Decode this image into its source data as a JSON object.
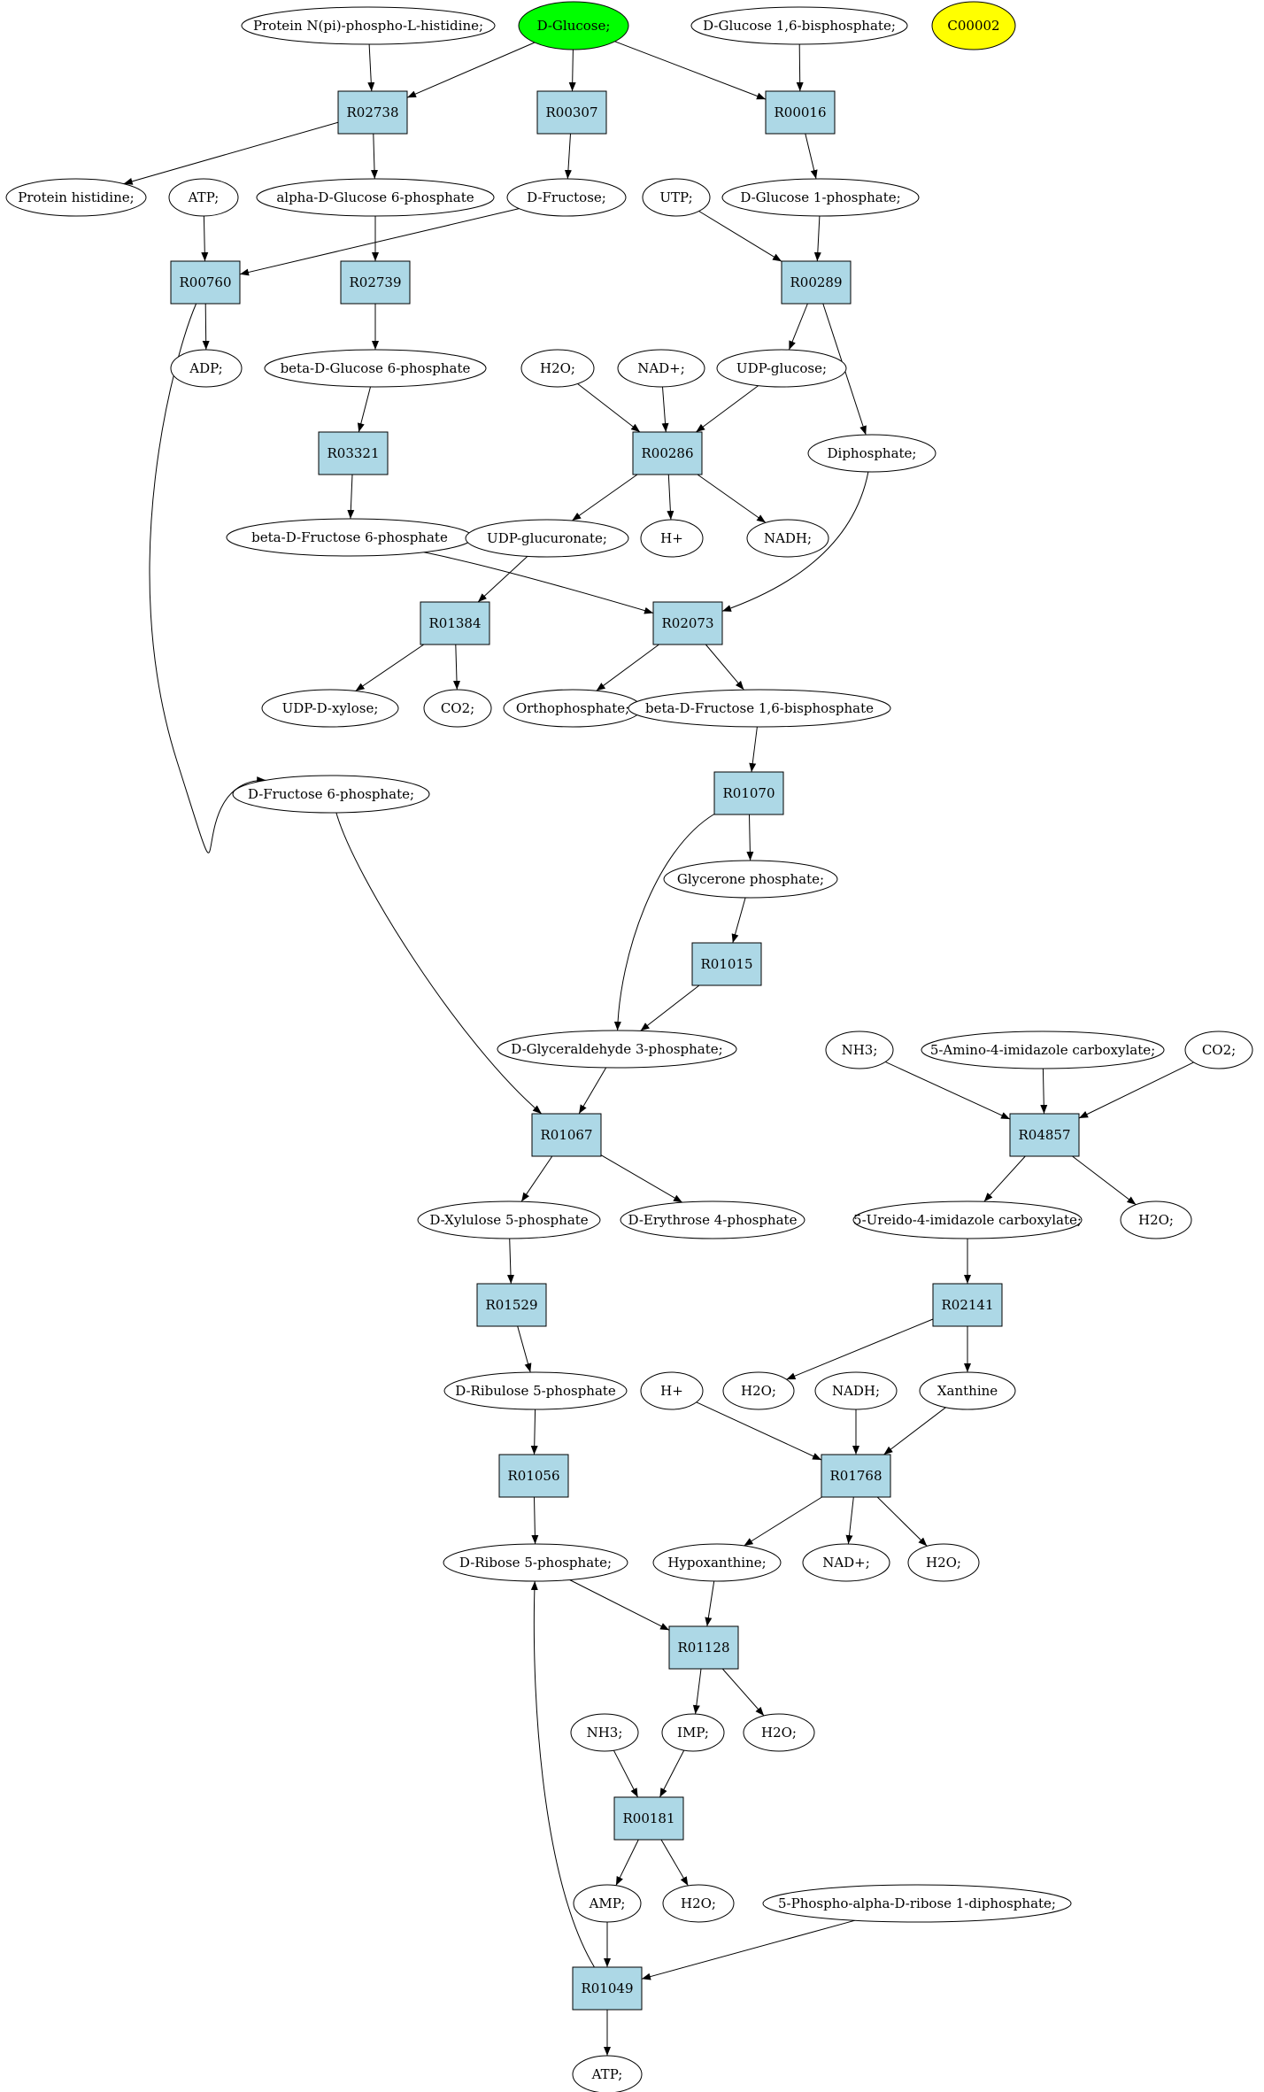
{
  "colors": {
    "reaction_fill": "#add8e6",
    "source_fill": "#00ff00",
    "highlight_fill": "#ffff00",
    "compound_fill": "#ffffff",
    "stroke": "#000000"
  },
  "compounds": [
    {
      "id": "c_prot_nphis",
      "label": "Protein N(pi)-phospho-L-histidine;"
    },
    {
      "id": "c_dglucose",
      "label": "D-Glucose;",
      "fill": "source"
    },
    {
      "id": "c_dglc16bp",
      "label": "D-Glucose 1,6-bisphosphate;"
    },
    {
      "id": "c_c00002",
      "label": "C00002",
      "fill": "highlight"
    },
    {
      "id": "c_protein_his",
      "label": "Protein histidine;"
    },
    {
      "id": "c_atp1",
      "label": "ATP;"
    },
    {
      "id": "c_adg6p",
      "label": "alpha-D-Glucose 6-phosphate"
    },
    {
      "id": "c_dfructose",
      "label": "D-Fructose;"
    },
    {
      "id": "c_utp",
      "label": "UTP;"
    },
    {
      "id": "c_dglc1p",
      "label": "D-Glucose 1-phosphate;"
    },
    {
      "id": "c_adp",
      "label": "ADP;"
    },
    {
      "id": "c_bdg6p",
      "label": "beta-D-Glucose 6-phosphate"
    },
    {
      "id": "c_h2o_a",
      "label": "H2O;"
    },
    {
      "id": "c_nadp_a",
      "label": "NAD+;"
    },
    {
      "id": "c_udpglc",
      "label": "UDP-glucose;"
    },
    {
      "id": "c_diphos",
      "label": "Diphosphate;"
    },
    {
      "id": "c_bdf6p",
      "label": "beta-D-Fructose 6-phosphate"
    },
    {
      "id": "c_udpglcu",
      "label": "UDP-glucuronate;"
    },
    {
      "id": "c_hplus_a",
      "label": "H+"
    },
    {
      "id": "c_nadh_a",
      "label": "NADH;"
    },
    {
      "id": "c_udpxyl",
      "label": "UDP-D-xylose;"
    },
    {
      "id": "c_co2_a",
      "label": "CO2;"
    },
    {
      "id": "c_orthophos",
      "label": "Orthophosphate;"
    },
    {
      "id": "c_bdf16bp",
      "label": "beta-D-Fructose 1,6-bisphosphate"
    },
    {
      "id": "c_df6p",
      "label": "D-Fructose 6-phosphate;"
    },
    {
      "id": "c_glyp",
      "label": "Glycerone phosphate;"
    },
    {
      "id": "c_g3p",
      "label": "D-Glyceraldehyde 3-phosphate;"
    },
    {
      "id": "c_nh3_a",
      "label": "NH3;"
    },
    {
      "id": "c_aica",
      "label": "5-Amino-4-imidazole carboxylate;"
    },
    {
      "id": "c_co2_b",
      "label": "CO2;"
    },
    {
      "id": "c_dxyl5p",
      "label": "D-Xylulose 5-phosphate"
    },
    {
      "id": "c_dery4p",
      "label": "D-Erythrose 4-phosphate"
    },
    {
      "id": "c_uica",
      "label": "5-Ureido-4-imidazole carboxylate;"
    },
    {
      "id": "c_h2o_b",
      "label": "H2O;"
    },
    {
      "id": "c_drib5p",
      "label": "D-Ribulose 5-phosphate"
    },
    {
      "id": "c_hplus_b",
      "label": "H+"
    },
    {
      "id": "c_h2o_c",
      "label": "H2O;"
    },
    {
      "id": "c_nadh_b",
      "label": "NADH;"
    },
    {
      "id": "c_xanthine",
      "label": "Xanthine"
    },
    {
      "id": "c_drb5p",
      "label": "D-Ribose 5-phosphate;"
    },
    {
      "id": "c_hypox",
      "label": "Hypoxanthine;"
    },
    {
      "id": "c_nadp_b",
      "label": "NAD+;"
    },
    {
      "id": "c_h2o_d",
      "label": "H2O;"
    },
    {
      "id": "c_nh3_b",
      "label": "NH3;"
    },
    {
      "id": "c_imp",
      "label": "IMP;"
    },
    {
      "id": "c_h2o_e",
      "label": "H2O;"
    },
    {
      "id": "c_amp",
      "label": "AMP;"
    },
    {
      "id": "c_h2o_f",
      "label": "H2O;"
    },
    {
      "id": "c_prpp",
      "label": "5-Phospho-alpha-D-ribose 1-diphosphate;"
    },
    {
      "id": "c_atp2",
      "label": "ATP;"
    }
  ],
  "reactions": [
    {
      "id": "r02738",
      "label": "R02738"
    },
    {
      "id": "r00307",
      "label": "R00307"
    },
    {
      "id": "r00016",
      "label": "R00016"
    },
    {
      "id": "r00760",
      "label": "R00760"
    },
    {
      "id": "r02739",
      "label": "R02739"
    },
    {
      "id": "r00289",
      "label": "R00289"
    },
    {
      "id": "r03321",
      "label": "R03321"
    },
    {
      "id": "r00286",
      "label": "R00286"
    },
    {
      "id": "r01384",
      "label": "R01384"
    },
    {
      "id": "r02073",
      "label": "R02073"
    },
    {
      "id": "r01070",
      "label": "R01070"
    },
    {
      "id": "r01015",
      "label": "R01015"
    },
    {
      "id": "r01067",
      "label": "R01067"
    },
    {
      "id": "r04857",
      "label": "R04857"
    },
    {
      "id": "r01529",
      "label": "R01529"
    },
    {
      "id": "r02141",
      "label": "R02141"
    },
    {
      "id": "r01056",
      "label": "R01056"
    },
    {
      "id": "r01768",
      "label": "R01768"
    },
    {
      "id": "r01128",
      "label": "R01128"
    },
    {
      "id": "r00181",
      "label": "R00181"
    },
    {
      "id": "r01049",
      "label": "R01049"
    }
  ],
  "edges": [
    {
      "from": "c_prot_nphis",
      "to": "r02738"
    },
    {
      "from": "c_dglucose",
      "to": "r02738"
    },
    {
      "from": "c_dglucose",
      "to": "r00307"
    },
    {
      "from": "c_dglucose",
      "to": "r00016"
    },
    {
      "from": "c_dglc16bp",
      "to": "r00016"
    },
    {
      "from": "r02738",
      "to": "c_protein_his"
    },
    {
      "from": "r02738",
      "to": "c_adg6p"
    },
    {
      "from": "r00307",
      "to": "c_dfructose"
    },
    {
      "from": "r00016",
      "to": "c_dglc1p"
    },
    {
      "from": "c_atp1",
      "to": "r00760"
    },
    {
      "from": "c_dfructose",
      "to": "r00760"
    },
    {
      "from": "c_adg6p",
      "to": "r02739"
    },
    {
      "from": "c_utp",
      "to": "r00289"
    },
    {
      "from": "c_dglc1p",
      "to": "r00289"
    },
    {
      "from": "r00760",
      "to": "c_adp"
    },
    {
      "from": "r00760",
      "to": "c_df6p"
    },
    {
      "from": "r02739",
      "to": "c_bdg6p"
    },
    {
      "from": "r00289",
      "to": "c_udpglc"
    },
    {
      "from": "r00289",
      "to": "c_diphos"
    },
    {
      "from": "c_bdg6p",
      "to": "r03321"
    },
    {
      "from": "c_h2o_a",
      "to": "r00286"
    },
    {
      "from": "c_nadp_a",
      "to": "r00286"
    },
    {
      "from": "c_udpglc",
      "to": "r00286"
    },
    {
      "from": "r03321",
      "to": "c_bdf6p"
    },
    {
      "from": "r00286",
      "to": "c_udpglcu"
    },
    {
      "from": "r00286",
      "to": "c_hplus_a"
    },
    {
      "from": "r00286",
      "to": "c_nadh_a"
    },
    {
      "from": "c_udpglcu",
      "to": "r01384"
    },
    {
      "from": "c_bdf6p",
      "to": "r02073"
    },
    {
      "from": "c_diphos",
      "to": "r02073"
    },
    {
      "from": "r01384",
      "to": "c_udpxyl"
    },
    {
      "from": "r01384",
      "to": "c_co2_a"
    },
    {
      "from": "r02073",
      "to": "c_orthophos"
    },
    {
      "from": "r02073",
      "to": "c_bdf16bp"
    },
    {
      "from": "c_bdf16bp",
      "to": "r01070"
    },
    {
      "from": "r01070",
      "to": "c_glyp"
    },
    {
      "from": "r01070",
      "to": "c_g3p"
    },
    {
      "from": "c_glyp",
      "to": "r01015"
    },
    {
      "from": "r01015",
      "to": "c_g3p"
    },
    {
      "from": "c_df6p",
      "to": "r01067"
    },
    {
      "from": "c_g3p",
      "to": "r01067"
    },
    {
      "from": "c_nh3_a",
      "to": "r04857"
    },
    {
      "from": "c_aica",
      "to": "r04857"
    },
    {
      "from": "c_co2_b",
      "to": "r04857"
    },
    {
      "from": "r01067",
      "to": "c_dxyl5p"
    },
    {
      "from": "r01067",
      "to": "c_dery4p"
    },
    {
      "from": "r04857",
      "to": "c_uica"
    },
    {
      "from": "r04857",
      "to": "c_h2o_b"
    },
    {
      "from": "c_dxyl5p",
      "to": "r01529"
    },
    {
      "from": "c_uica",
      "to": "r02141"
    },
    {
      "from": "r01529",
      "to": "c_drib5p"
    },
    {
      "from": "r02141",
      "to": "c_h2o_c"
    },
    {
      "from": "r02141",
      "to": "c_xanthine"
    },
    {
      "from": "c_drib5p",
      "to": "r01056"
    },
    {
      "from": "c_hplus_b",
      "to": "r01768"
    },
    {
      "from": "c_nadh_b",
      "to": "r01768"
    },
    {
      "from": "c_xanthine",
      "to": "r01768"
    },
    {
      "from": "r01056",
      "to": "c_drb5p"
    },
    {
      "from": "r01768",
      "to": "c_hypox"
    },
    {
      "from": "r01768",
      "to": "c_nadp_b"
    },
    {
      "from": "r01768",
      "to": "c_h2o_d"
    },
    {
      "from": "c_drb5p",
      "to": "r01128"
    },
    {
      "from": "c_hypox",
      "to": "r01128"
    },
    {
      "from": "r01128",
      "to": "c_imp"
    },
    {
      "from": "r01128",
      "to": "c_h2o_e"
    },
    {
      "from": "c_nh3_b",
      "to": "r00181"
    },
    {
      "from": "c_imp",
      "to": "r00181"
    },
    {
      "from": "r00181",
      "to": "c_amp"
    },
    {
      "from": "r00181",
      "to": "c_h2o_f"
    },
    {
      "from": "c_amp",
      "to": "r01049"
    },
    {
      "from": "c_prpp",
      "to": "r01049"
    },
    {
      "from": "r01049",
      "to": "c_atp2"
    },
    {
      "from": "r01049",
      "to": "c_drb5p"
    }
  ]
}
